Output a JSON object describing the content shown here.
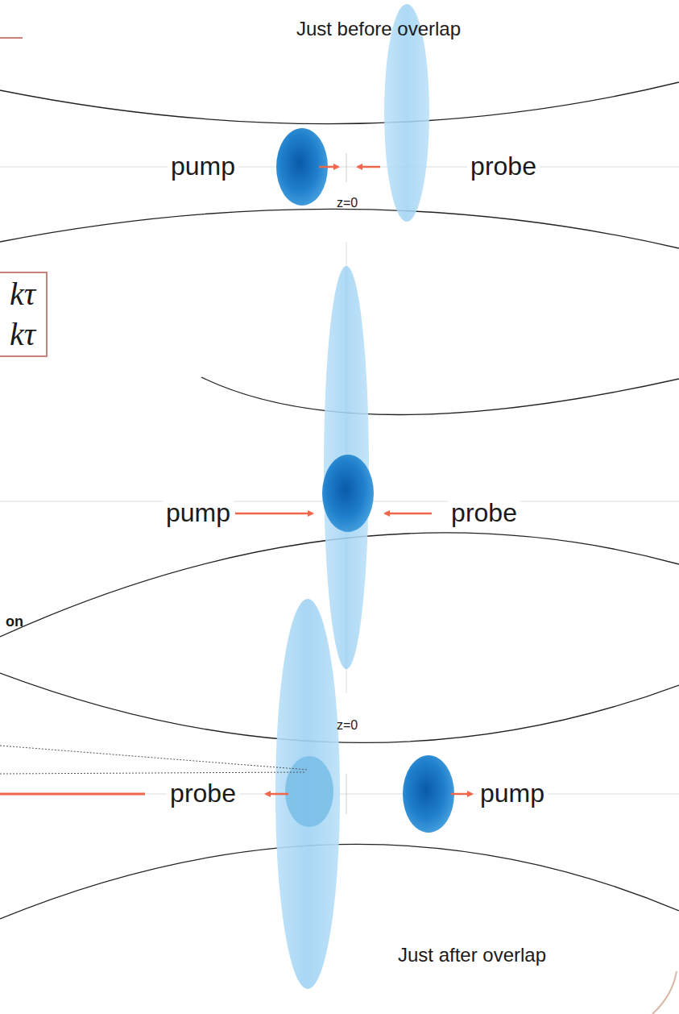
{
  "diagram": {
    "labels": [
      "Just before overlap",
      "pump",
      "probe",
      "z=0",
      "kτ",
      "kτ",
      "pump",
      "probe",
      "on",
      "z=0",
      "probe",
      "pump",
      "Just after overlap"
    ]
  }
}
